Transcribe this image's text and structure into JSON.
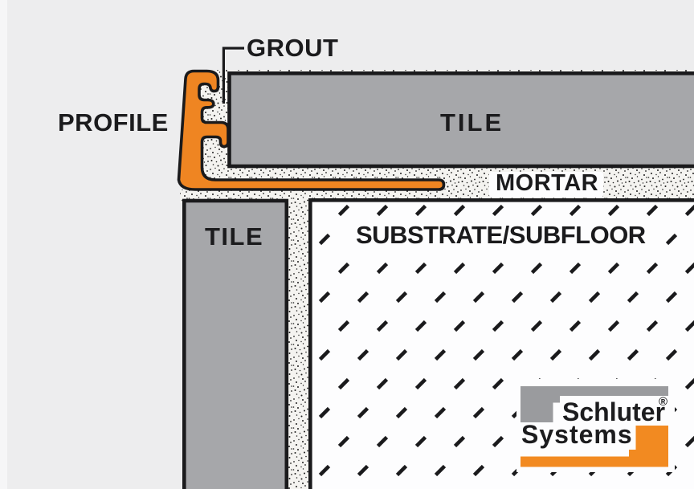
{
  "diagram": {
    "labels": {
      "grout": "GROUT",
      "profile": "PROFILE",
      "tile_top": "TILE",
      "mortar": "MORTAR",
      "tile_left": "TILE",
      "substrate": "SUBSTRATE/SUBFLOOR"
    },
    "logo": {
      "line1": "Schluter",
      "line2": "Systems",
      "registered": "®"
    },
    "colors": {
      "profile_orange": "#EF8522",
      "tile_gray": "#A6A7AA",
      "logo_gray": "#9A9B9E",
      "logo_orange": "#F28A21",
      "outline_black": "#1A1A1C",
      "background": "#EDEDEE",
      "mortar_base": "#F4F3F0",
      "substrate_white": "#FDFDFE"
    }
  }
}
